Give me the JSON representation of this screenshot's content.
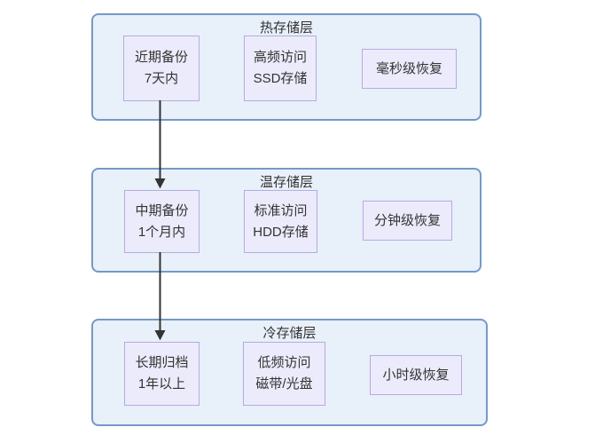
{
  "diagram": {
    "type": "flowchart",
    "direction": "top-down",
    "tiers": [
      {
        "title": "热存储层",
        "nodes": [
          {
            "lines": [
              "近期备份",
              "7天内"
            ]
          },
          {
            "lines": [
              "高频访问",
              "SSD存储"
            ]
          },
          {
            "lines": [
              "毫秒级恢复"
            ]
          }
        ]
      },
      {
        "title": "温存储层",
        "nodes": [
          {
            "lines": [
              "中期备份",
              "1个月内"
            ]
          },
          {
            "lines": [
              "标准访问",
              "HDD存储"
            ]
          },
          {
            "lines": [
              "分钟级恢复"
            ]
          }
        ]
      },
      {
        "title": "冷存储层",
        "nodes": [
          {
            "lines": [
              "长期归档",
              "1年以上"
            ]
          },
          {
            "lines": [
              "低频访问",
              "磁带/光盘"
            ]
          },
          {
            "lines": [
              "小时级恢复"
            ]
          }
        ]
      }
    ],
    "arrows": [
      {
        "from": "近期备份 7天内",
        "to": "中期备份 1个月内"
      },
      {
        "from": "中期备份 1个月内",
        "to": "长期归档 1年以上"
      }
    ],
    "colors": {
      "tier_fill": "#e8f0fa",
      "tier_border": "#7499c7",
      "node_fill": "#ecebfb",
      "node_border": "#b5abe0",
      "text": "#333333",
      "arrow": "#333333"
    }
  }
}
